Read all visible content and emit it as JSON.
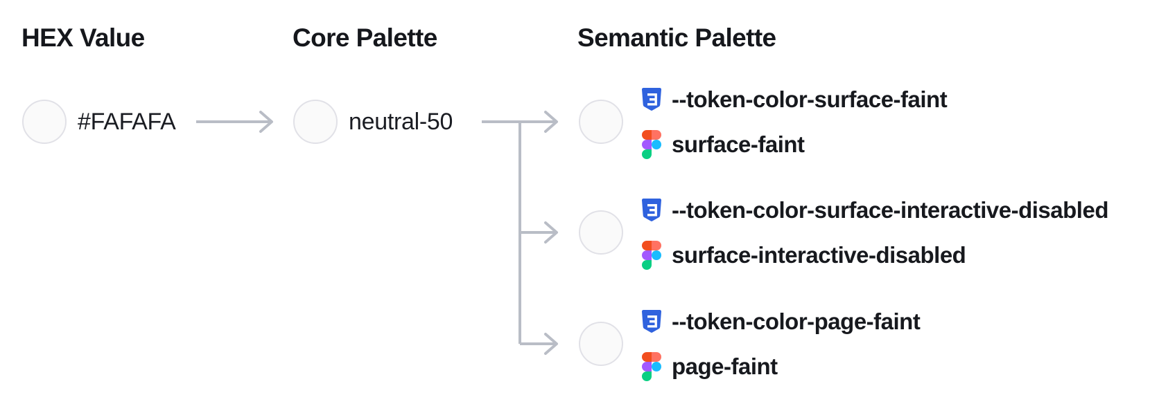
{
  "diagram": {
    "title_row": {
      "hex_header": "HEX Value",
      "core_header": "Core Palette",
      "semantic_header": "Semantic Palette"
    },
    "hex_node": {
      "label": "#FAFAFA"
    },
    "core_node": {
      "label": "neutral-50"
    },
    "semantic_nodes": [
      {
        "css_token": "--token-color-surface-faint",
        "figma_token": "surface-faint"
      },
      {
        "css_token": "--token-color-surface-interactive-disabled",
        "figma_token": "surface-interactive-disabled"
      },
      {
        "css_token": "--token-color-page-faint",
        "figma_token": "page-faint"
      }
    ],
    "swatch": {
      "fill": "#FAFAFA",
      "border": "#E1E1E7"
    },
    "colors": {
      "connector": "#B9BDC6",
      "heading_text": "#15171C",
      "token_text": "#17191E",
      "css_icon_blue": "#2F62DE",
      "figma_red": "#F24E1E",
      "figma_salmon": "#FF7262",
      "figma_purple": "#A259FF",
      "figma_blue": "#1ABCFE",
      "figma_green": "#0ACF83"
    },
    "icons": {
      "css": "css3-shield-icon",
      "figma": "figma-logo-icon"
    }
  }
}
